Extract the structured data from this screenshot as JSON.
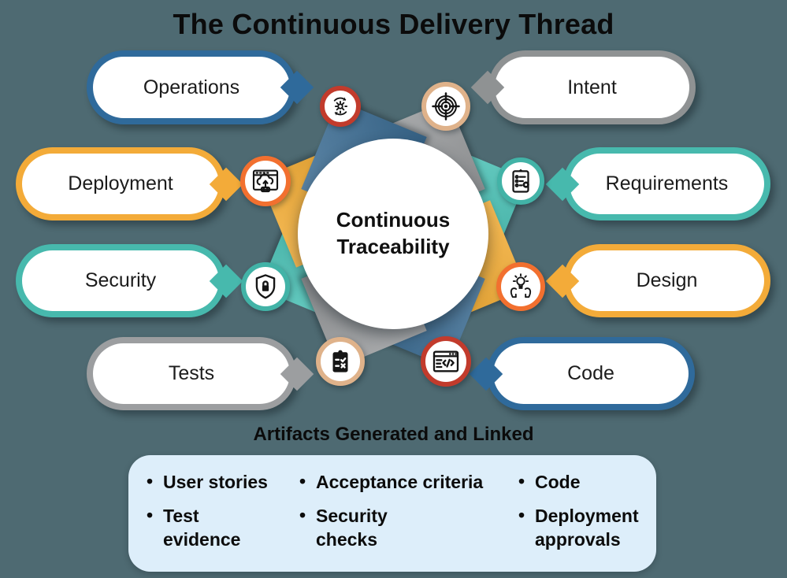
{
  "title": "The Continuous Delivery Thread",
  "wheel": {
    "center_label": "Continuous\nTraceability",
    "segments": [
      {
        "label": "Intent",
        "wedge_color": "#9c9ea0",
        "icon": "target-icon",
        "icon_ring_color": "#dfb28a"
      },
      {
        "label": "Requirements",
        "wedge_color": "#4cc4b8",
        "icon": "clipboard-gear-icon",
        "icon_ring_color": "#42b3a7"
      },
      {
        "label": "Design",
        "wedge_color": "#f3ac33",
        "icon": "idea-hands-icon",
        "icon_ring_color": "#f2702f"
      },
      {
        "label": "Code",
        "wedge_color": "#3a6b92",
        "icon": "code-window-icon",
        "icon_ring_color": "#c23b2c"
      },
      {
        "label": "Tests",
        "wedge_color": "#9c9ea0",
        "icon": "checklist-icon",
        "icon_ring_color": "#dfb28a"
      },
      {
        "label": "Security",
        "wedge_color": "#4cc4b8",
        "icon": "shield-lock-icon",
        "icon_ring_color": "#42b3a7"
      },
      {
        "label": "Deployment",
        "wedge_color": "#f3ac33",
        "icon": "cloud-upload-icon",
        "icon_ring_color": "#f2702f"
      },
      {
        "label": "Operations",
        "wedge_color": "#3a6b92",
        "icon": "gear-sync-icon",
        "icon_ring_color": "#c23b2c"
      }
    ]
  },
  "pills": [
    {
      "label": "Operations",
      "border_color": "#2f6a9b",
      "side": "left"
    },
    {
      "label": "Deployment",
      "border_color": "#f3ab39",
      "side": "left"
    },
    {
      "label": "Security",
      "border_color": "#47b9ad",
      "side": "left"
    },
    {
      "label": "Tests",
      "border_color": "#9c9ea0",
      "side": "left"
    },
    {
      "label": "Intent",
      "border_color": "#8f9293",
      "side": "right"
    },
    {
      "label": "Requirements",
      "border_color": "#47b9ad",
      "side": "right"
    },
    {
      "label": "Design",
      "border_color": "#f3ab39",
      "side": "right"
    },
    {
      "label": "Code",
      "border_color": "#2f6a9b",
      "side": "right"
    }
  ],
  "artifacts": {
    "title": "Artifacts Generated and Linked",
    "bullet": "•",
    "box_color": "#ddeefa",
    "columns": [
      {
        "items": [
          "User stories",
          "Test\nevidence"
        ]
      },
      {
        "items": [
          "Acceptance criteria",
          "Security\nchecks"
        ]
      },
      {
        "items": [
          "Code",
          "Deployment\napprovals"
        ]
      }
    ]
  },
  "palette": {
    "background": "#4e6a72",
    "wedge_blue": "#3a6b92",
    "wedge_gray": "#9c9ea0",
    "wedge_teal": "#4cc4b8",
    "wedge_orange": "#f3ac33",
    "ring_red": "#c23b2c",
    "ring_tan": "#dfb28a",
    "ring_teal": "#42b3a7",
    "ring_orange": "#f2702f",
    "hub_fill": "#ffffff"
  }
}
